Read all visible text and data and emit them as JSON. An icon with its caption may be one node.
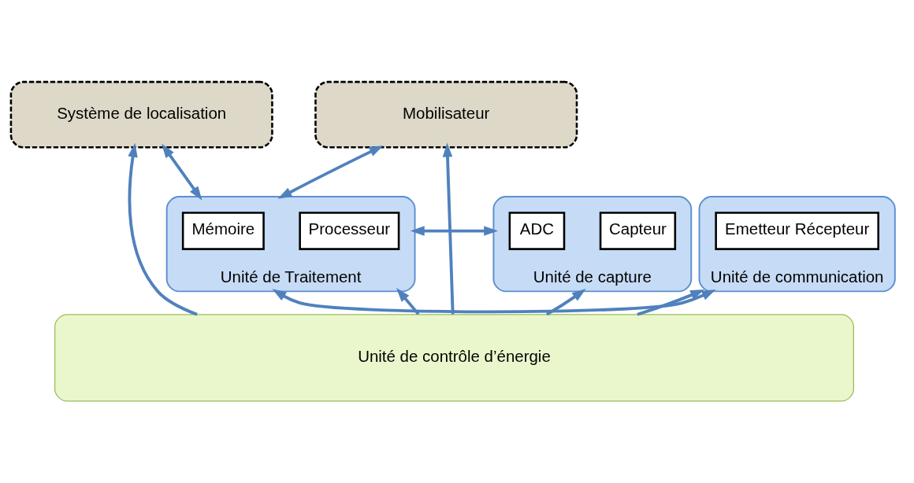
{
  "diagram": {
    "nodes": [
      {
        "text": [
          "Système de localisation"
        ]
      },
      {
        "text": [
          "Mobilisateur"
        ]
      },
      {
        "text": [
          "Unité de capture"
        ]
      },
      {
        "text": [
          "Capteur"
        ],
        "in": 2
      },
      {
        "text": [
          "ADC"
        ],
        "in": 2
      },
      {
        "text": [
          "Unité de Traitement"
        ]
      },
      {
        "text": [
          "Processeur"
        ],
        "in": 5
      },
      {
        "text": [
          "Mémoire"
        ],
        "in": 5
      },
      {
        "text": [
          "Unité de communication"
        ]
      },
      {
        "text": [
          "Emetteur Récepteur"
        ],
        "in": 8
      },
      {
        "text": [
          "Unité de contrôle d’énergie"
        ]
      }
    ],
    "edges": [
      {
        "from": 10,
        "to": 0,
        "arrow": "to"
      },
      {
        "from": 5,
        "to": 0,
        "arrow": "both"
      },
      {
        "from": 2,
        "to": 5,
        "arrow": "both"
      },
      {
        "from": 5,
        "to": 8,
        "arrow": "both"
      },
      {
        "from": 5,
        "to": 1,
        "arrow": "both"
      },
      {
        "from": 10,
        "to": 1,
        "arrow": "to"
      },
      {
        "from": 10,
        "to": 2,
        "arrow": "to"
      },
      {
        "from": 10,
        "to": 5,
        "arrow": "to"
      },
      {
        "from": 10,
        "to": 8,
        "arrow": "to"
      }
    ]
  }
}
